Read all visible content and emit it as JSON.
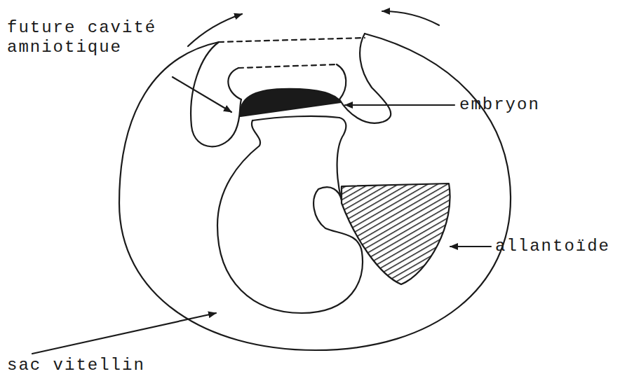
{
  "diagram": {
    "labels": [
      "future cavité amniotique",
      "embryon",
      "allantoïde",
      "sac vitellin"
    ]
  }
}
